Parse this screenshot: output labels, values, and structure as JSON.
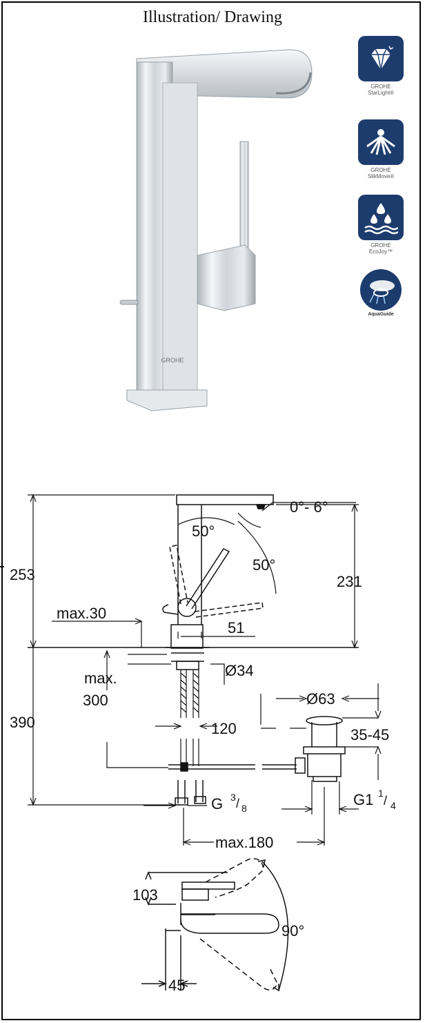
{
  "header": {
    "title": "Illustration/ Drawing"
  },
  "badges": [
    {
      "icon": "diamond-icon",
      "caption_line1": "GROHE",
      "caption_line2": "StarLight®"
    },
    {
      "icon": "spray-icon",
      "caption_line1": "GROHE",
      "caption_line2": "SilkMove®"
    },
    {
      "icon": "water-drops-icon",
      "caption_line1": "GROHE",
      "caption_line2": "EcoJoy™"
    },
    {
      "icon": "aquaguide-icon",
      "caption_line1": "AquaGuide",
      "caption_line2": ""
    }
  ],
  "product": {
    "logo_text": "GROHE"
  },
  "dimensions": {
    "angle_tilt": "0°- 6°",
    "angle_left": "50°",
    "angle_right": "50°",
    "height_total": "253",
    "height_spout": "231",
    "max_30": "max.30",
    "width_51": "51",
    "dia_34": "Ø34",
    "max_label": "max.",
    "max_300": "300",
    "depth_390": "390",
    "hose_120": "120",
    "dia_63": "Ø63",
    "waste_35_45": "35-45",
    "thread_g38_base": "G",
    "thread_g38_sup": "3",
    "thread_g38_sub": "8",
    "thread_g114_base": "G1",
    "thread_g114_sup": "1",
    "thread_g114_sub": "4",
    "max_180": "max.180",
    "plan_103": "103",
    "plan_90": "90°",
    "plan_45": "45"
  },
  "colors": {
    "badge_bg": "#1d3c6e",
    "line": "#111111",
    "chrome": "#c9ced4"
  }
}
